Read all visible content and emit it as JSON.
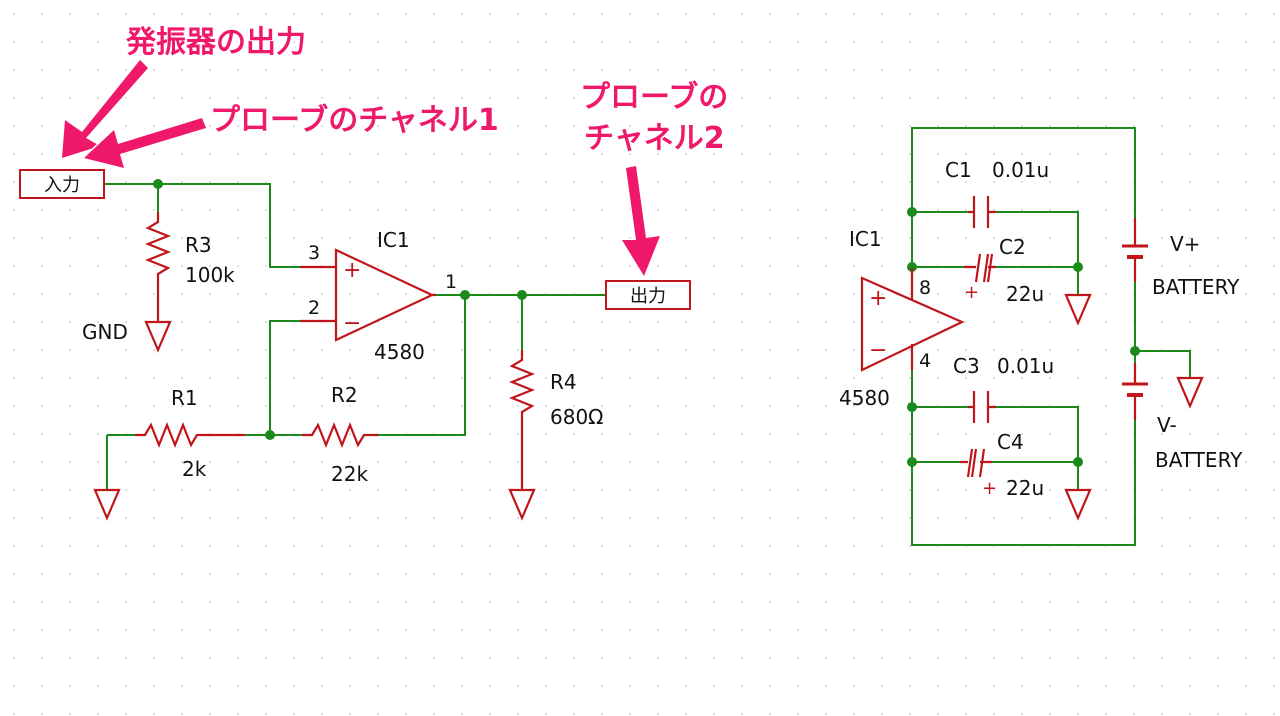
{
  "annotations": {
    "oscillator_output": "発振器の出力",
    "probe_channel_1": "プローブのチャネル1",
    "probe_channel_2_line1": "プローブの",
    "probe_channel_2_line2": "チャネル2"
  },
  "ports": {
    "input": "入力",
    "output": "出力"
  },
  "amplifier": {
    "ic_label": "IC1",
    "ic_part": "4580",
    "pin_plus": "3",
    "pin_minus": "2",
    "pin_out": "1",
    "plus_symbol": "+",
    "minus_symbol": "−",
    "r3_name": "R3",
    "r3_value": "100k",
    "gnd_label": "GND",
    "r1_name": "R1",
    "r1_value": "2k",
    "r2_name": "R2",
    "r2_value": "22k",
    "r4_name": "R4",
    "r4_value": "680Ω"
  },
  "power": {
    "ic_label": "IC1",
    "ic_part": "4580",
    "pin_vplus": "8",
    "pin_vminus": "4",
    "plus_symbol": "+",
    "minus_symbol": "−",
    "c1_name": "C1",
    "c1_value": "0.01u",
    "c2_name": "C2",
    "c2_value": "22u",
    "c3_name": "C3",
    "c3_value": "0.01u",
    "c4_name": "C4",
    "c4_value": "22u",
    "cap_plus": "+",
    "bat_plus_name": "V+",
    "bat_plus_type": "BATTERY",
    "bat_minus_name": "V-",
    "bat_minus_type": "BATTERY"
  },
  "colors": {
    "wire": "#1a8a1a",
    "component": "#c0161b",
    "annotation": "#f0186a",
    "grid_dot": "#c8c8c8"
  }
}
